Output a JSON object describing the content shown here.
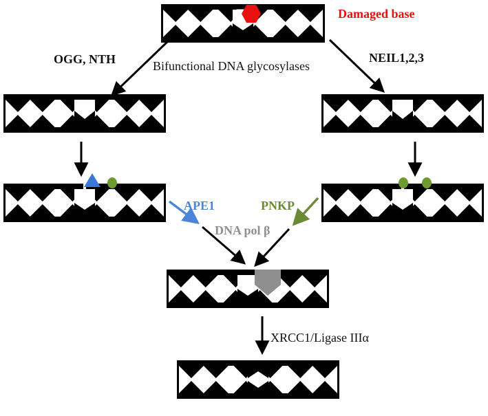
{
  "labels": {
    "damaged_base": "Damaged base",
    "bifunctional": "Bifunctional DNA glycosylases",
    "ogg_nth": "OGG, NTH",
    "neil": "NEIL1,2,3",
    "ape1": "APE1",
    "pnkp": "PNKP",
    "dna_pol": "DNA pol β",
    "xrcc1": "XRCC1/Ligase IIIα"
  },
  "colors": {
    "dna": "#000000",
    "damaged": "#e8110f",
    "ape1": "#4a86d8",
    "pnkp": "#6b8a36",
    "gray": "#8f8f8f",
    "marker_blue": "#3a78d8",
    "marker_green": "#6f9a2e",
    "ink": "#111111"
  }
}
